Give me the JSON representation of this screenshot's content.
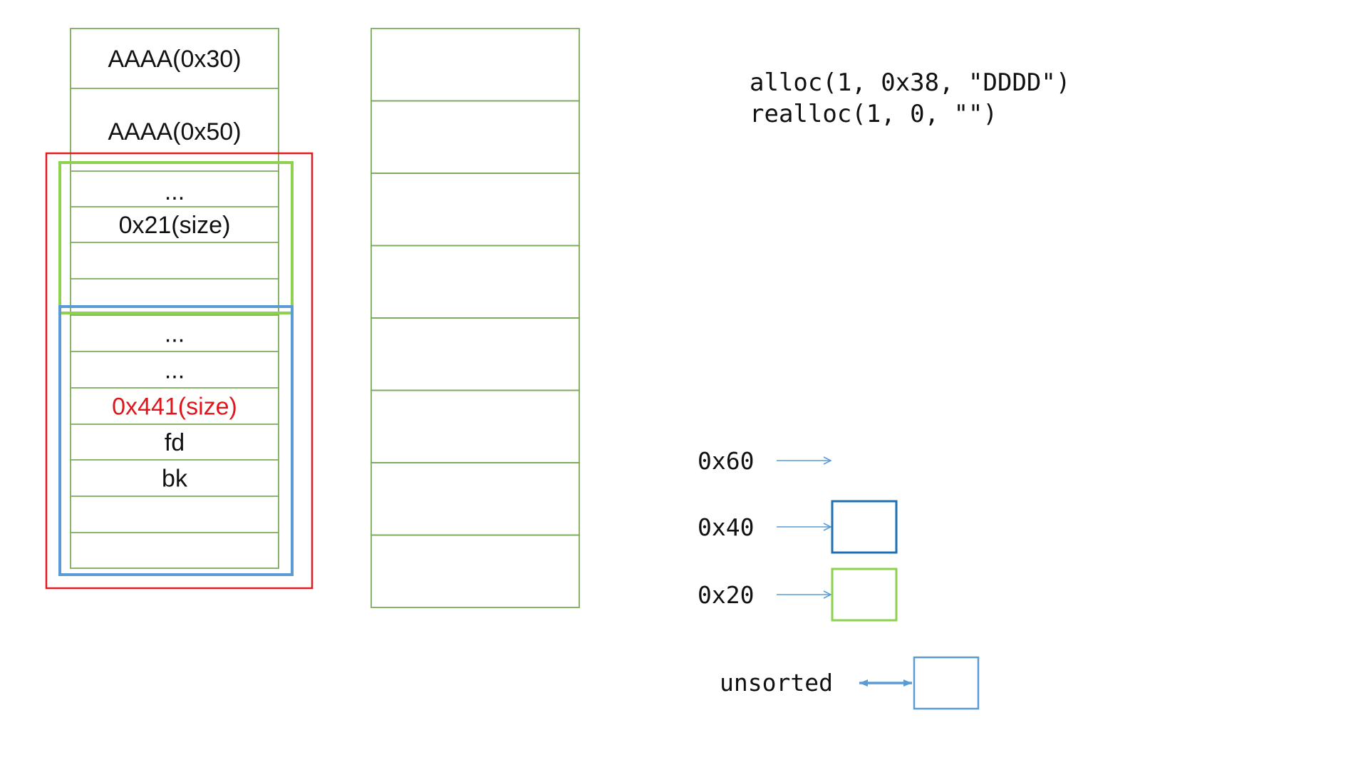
{
  "colors": {
    "heap_border": "#7aab5a",
    "red_box": "#e21a22",
    "green_box": "#8ed14f",
    "blue_box": "#5b9bd5",
    "dark_blue_box": "#1f6fb2",
    "arrow": "#5b9bd5",
    "highlight_text": "#e0161d"
  },
  "heap": {
    "cells": [
      {
        "text": "AAAA(0x30)",
        "highlight": false
      },
      {
        "text": "AAAA(0x50)",
        "highlight": false
      },
      {
        "text": "...",
        "highlight": false
      },
      {
        "text": "0x21(size)",
        "highlight": false
      },
      {
        "text": "",
        "highlight": false
      },
      {
        "text": "...",
        "highlight": false
      },
      {
        "text": "...",
        "highlight": false
      },
      {
        "text": "...",
        "highlight": false
      },
      {
        "text": "0x441(size)",
        "highlight": true
      },
      {
        "text": "fd",
        "highlight": false
      },
      {
        "text": "bk",
        "highlight": false
      },
      {
        "text": "",
        "highlight": false
      },
      {
        "text": "",
        "highlight": false
      }
    ]
  },
  "second_column": {
    "cell_count": 8
  },
  "code": {
    "lines": [
      "alloc(1, 0x38, \"DDDD\")",
      "realloc(1, 0, \"\")"
    ]
  },
  "bins": [
    {
      "label": "0x60",
      "has_chunk": false,
      "chunk_color": ""
    },
    {
      "label": "0x40",
      "has_chunk": true,
      "chunk_color": "dark_blue_box"
    },
    {
      "label": "0x20",
      "has_chunk": true,
      "chunk_color": "green_box"
    }
  ],
  "unsorted": {
    "label": "unsorted",
    "chunk_color": "blue_box"
  }
}
